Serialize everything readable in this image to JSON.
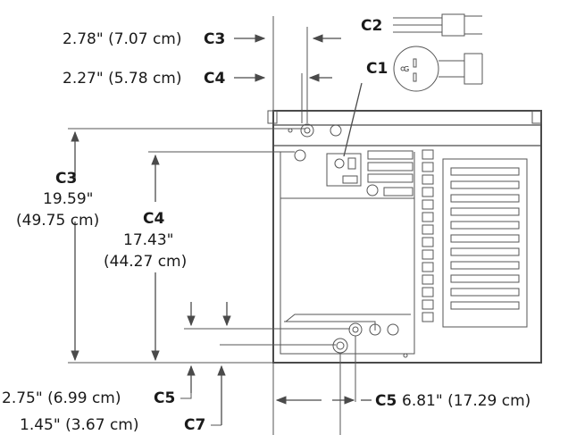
{
  "labels": {
    "c3_top_value": "2.78\" (7.07 cm)",
    "c3_top_code": "C3",
    "c4_top_value": "2.27\" (5.78 cm)",
    "c4_top_code": "C4",
    "c2_code": "C2",
    "c1_code": "C1",
    "plug_g": "G",
    "c3_left_code": "C3",
    "c3_left_in": "19.59\"",
    "c3_left_cm": "(49.75 cm)",
    "c4_left_code": "C4",
    "c4_left_in": "17.43\"",
    "c4_left_cm": "(44.27 cm)",
    "c5_bottom_value": "2.75\" (6.99 cm)",
    "c5_bottom_code": "C5",
    "c7_bottom_value": "1.45\" (3.67 cm)",
    "c7_bottom_code": "C7",
    "c5_right_code": "C5",
    "c5_right_value": "6.81\" (17.29 cm)"
  },
  "colors": {
    "line": "#4a4a4a",
    "text": "#1a1a1a"
  }
}
